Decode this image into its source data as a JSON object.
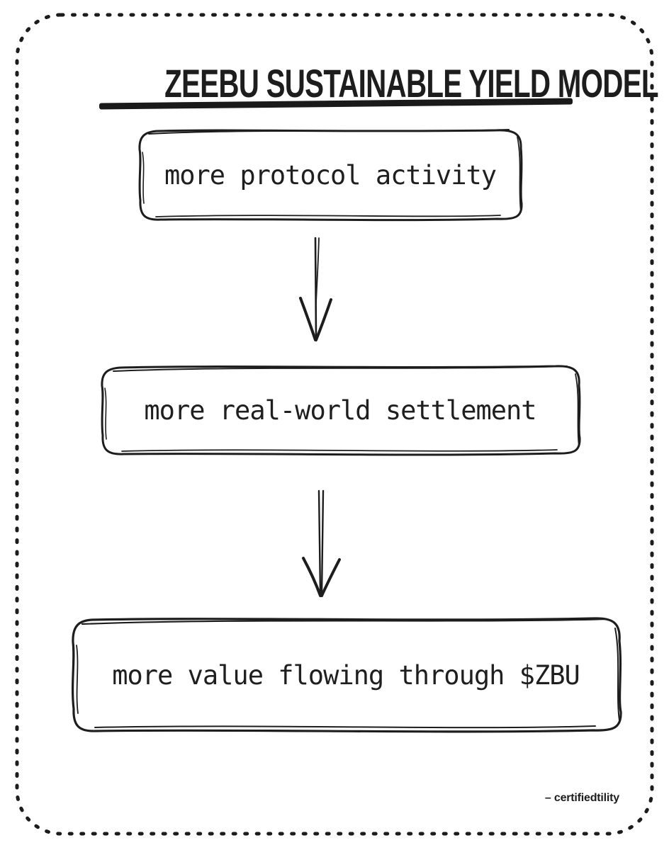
{
  "title": "ZEEBU SUSTAINABLE YIELD MODEL",
  "flow": {
    "boxes": [
      {
        "label": "more protocol activity"
      },
      {
        "label": "more real-world settlement"
      },
      {
        "label": "more value flowing through $ZBU"
      }
    ],
    "connectors": [
      "down-arrow",
      "down-arrow"
    ]
  },
  "signature": "– certifiedtility",
  "colors": {
    "ink": "#1d1d1d",
    "background": "#ffffff"
  }
}
